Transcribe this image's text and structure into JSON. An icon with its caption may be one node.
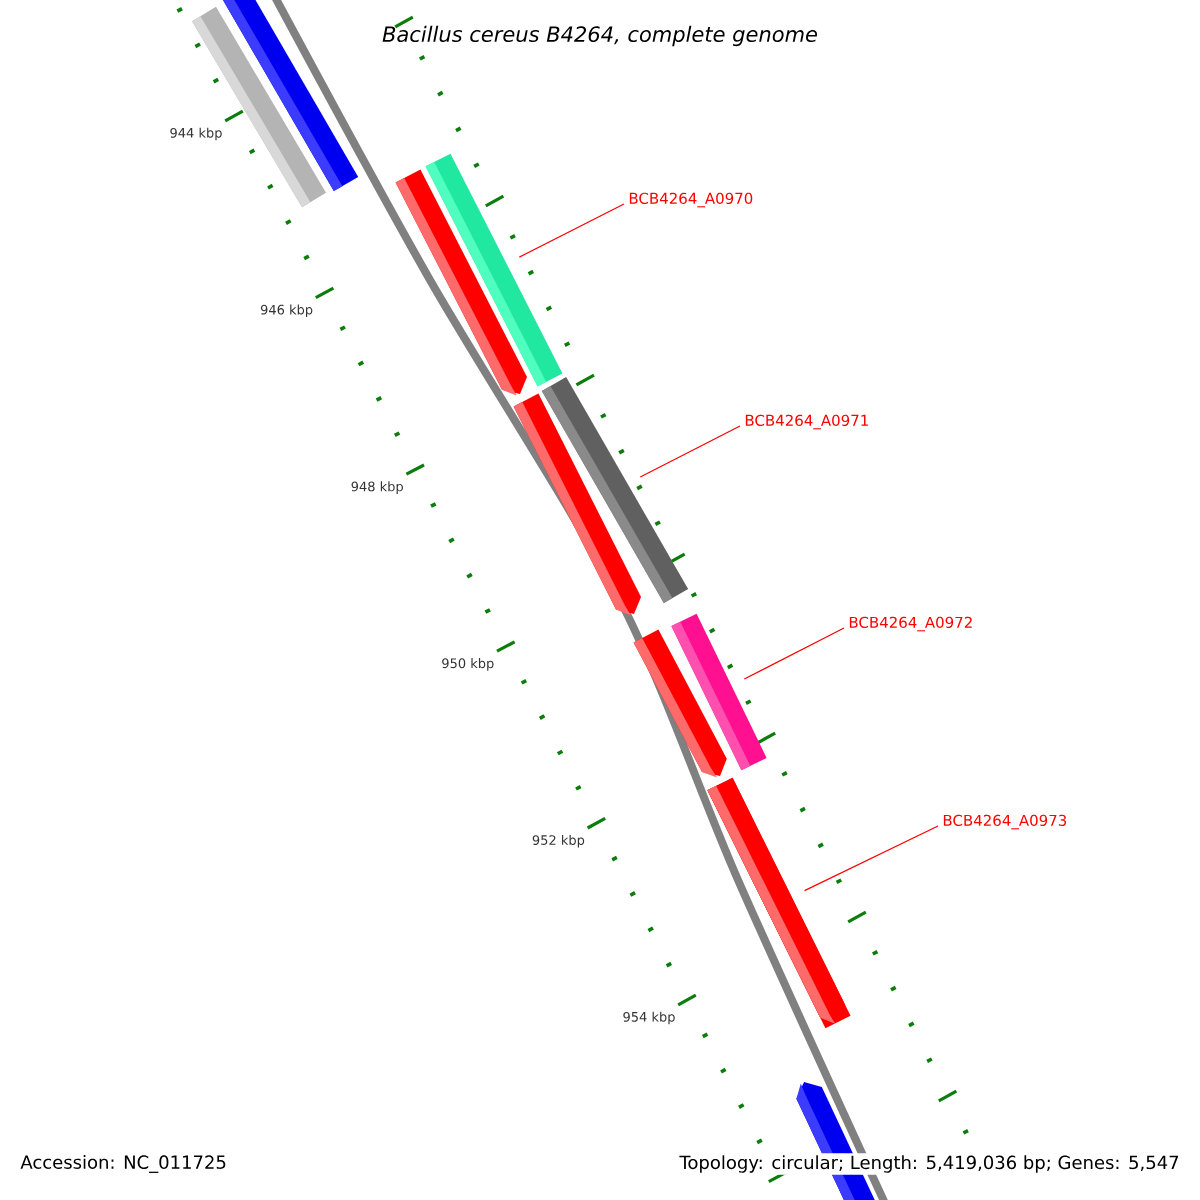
{
  "diagram": {
    "title": "Bacillus cereus B4264, complete genome",
    "nodes": [
      {
        "text": [
          "BCB4264_A0970"
        ]
      },
      {
        "text": [],
        "shape": "bar"
      },
      {
        "text": [
          "BCB4264_A0971"
        ]
      },
      {
        "text": [],
        "shape": "bar"
      },
      {
        "text": [
          "BCB4264_A0972"
        ]
      },
      {
        "text": [],
        "shape": "bar"
      },
      {
        "text": [
          "BCB4264_A0973"
        ]
      },
      {
        "text": [],
        "shape": "bar"
      }
    ],
    "edges": [
      {
        "from": 0,
        "to": 1,
        "arrow": "none"
      },
      {
        "from": 2,
        "to": 3,
        "arrow": "none"
      },
      {
        "from": 4,
        "to": 5,
        "arrow": "none"
      },
      {
        "from": 6,
        "to": 7,
        "arrow": "none"
      }
    ],
    "labels": [
      "944 kbp",
      "946 kbp",
      "948 kbp",
      "950 kbp",
      "952 kbp",
      "954 kbp",
      "Accession: NC_011725",
      "Topology: circular; Length: 5,419,036 bp; Genes: 5,547"
    ]
  }
}
